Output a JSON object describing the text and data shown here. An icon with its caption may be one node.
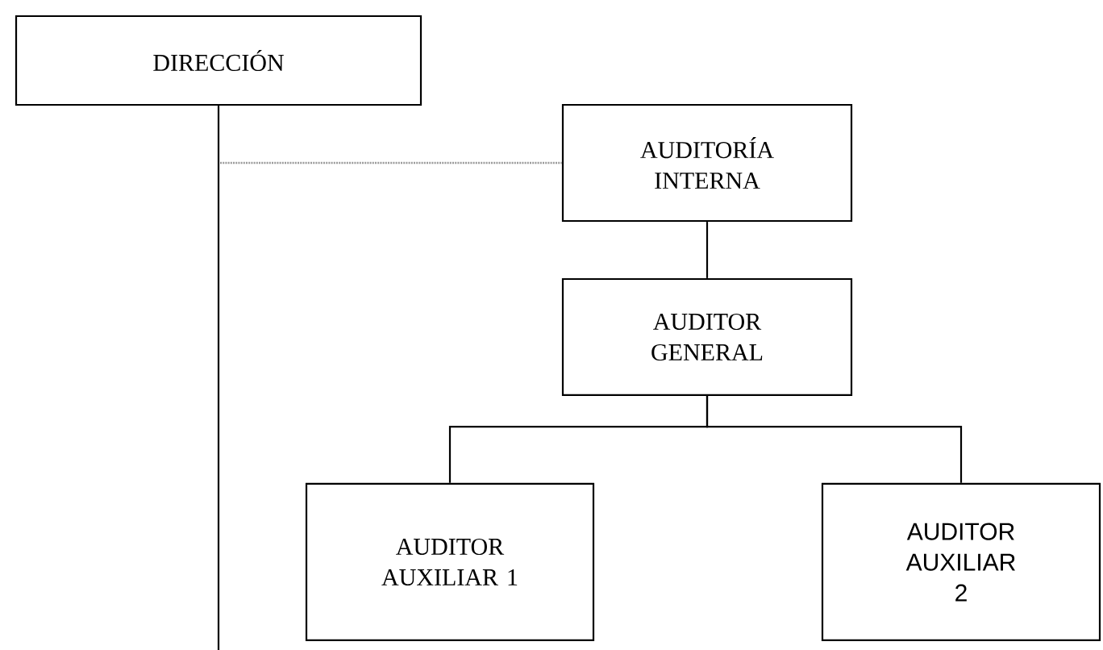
{
  "diagram": {
    "nodes": [
      {
        "text": [
          "DIRECCIÓN"
        ]
      },
      {
        "text": [
          "AUDITORÍA INTERNA"
        ]
      },
      {
        "text": [
          "AUDITOR GENERAL"
        ]
      },
      {
        "text": [
          "AUDITOR AUXILIAR 1"
        ]
      },
      {
        "text": [
          "AUDITOR AUXILIAR 2"
        ]
      }
    ],
    "edges": [
      {
        "from": 0,
        "to": null,
        "arrow": "none"
      },
      {
        "from": 0,
        "to": 1,
        "arrow": "none",
        "style": "dashed",
        "color": "#9a9a9a"
      },
      {
        "from": 1,
        "to": 2,
        "arrow": "none"
      },
      {
        "from": 2,
        "to": 3,
        "arrow": "none"
      },
      {
        "from": 2,
        "to": 4,
        "arrow": "none"
      }
    ]
  }
}
